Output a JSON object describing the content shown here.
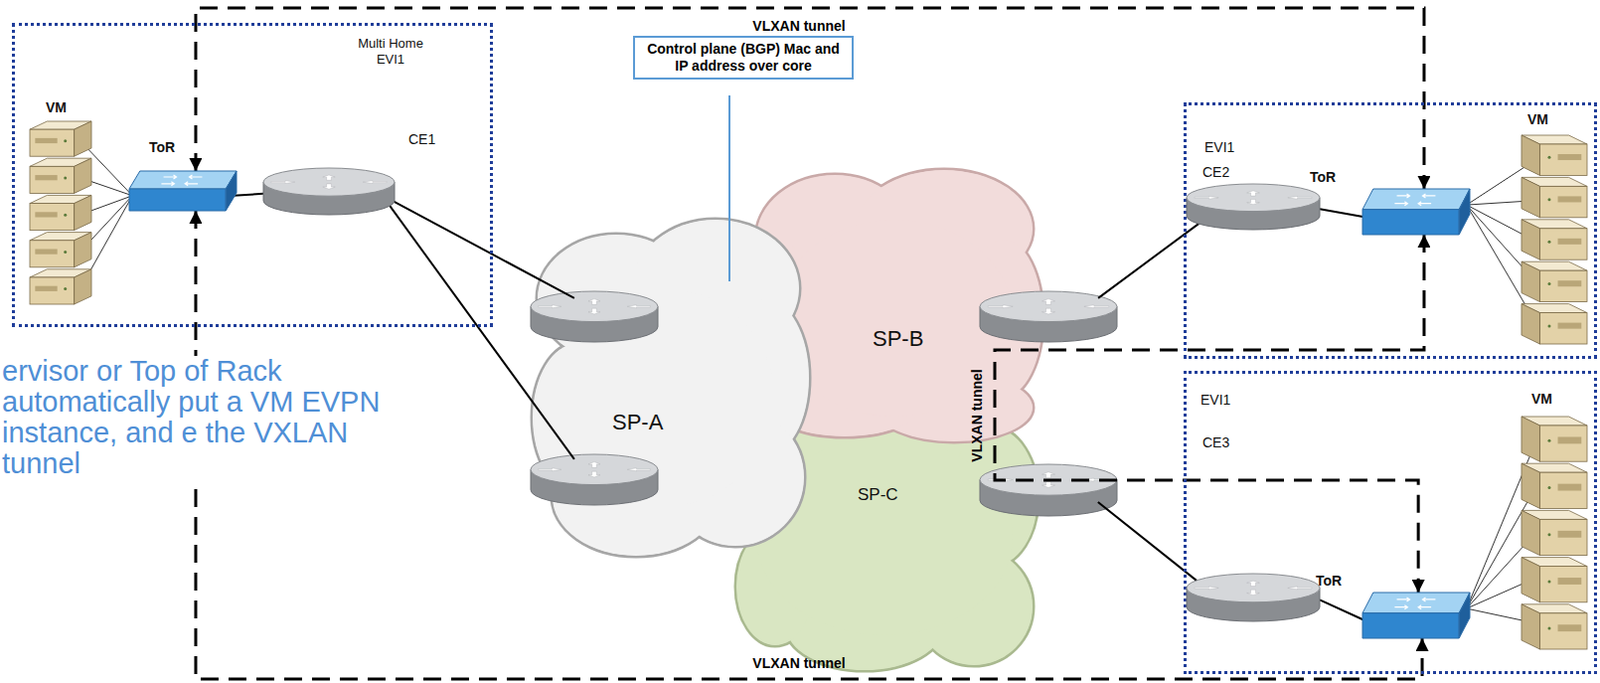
{
  "diagram": {
    "nodes": [
      {
        "text": [
          "Multi Home EVI1"
        ]
      },
      {
        "text": [
          "VM"
        ],
        "in": 0
      },
      {
        "text": [
          "ToR"
        ],
        "in": 0
      },
      {
        "text": [
          "CE1"
        ],
        "in": 0
      },
      {
        "text": [
          "Control plane (BGP) Mac and IP address over core"
        ]
      },
      {
        "text": [
          "SP-A"
        ]
      },
      {
        "text": [
          "SP-B"
        ]
      },
      {
        "text": [
          "SP-C"
        ]
      },
      {
        "text": [
          "EVI1"
        ]
      },
      {
        "text": [
          "CE2"
        ],
        "in": 8
      },
      {
        "text": [
          "ToR"
        ],
        "in": 8
      },
      {
        "text": [
          "VM"
        ],
        "in": 8
      },
      {
        "text": [
          "EVI1"
        ]
      },
      {
        "text": [
          "CE3"
        ],
        "in": 12
      },
      {
        "text": [
          "ToR"
        ],
        "in": 12
      },
      {
        "text": [
          "VM"
        ],
        "in": 12
      }
    ],
    "edges": [
      {
        "from": 1,
        "to": 2,
        "arrow": "none"
      },
      {
        "from": 2,
        "to": 3,
        "arrow": "none"
      },
      {
        "from": 3,
        "to": 5,
        "arrow": "none"
      },
      {
        "from": 3,
        "to": 5,
        "arrow": "none"
      },
      {
        "from": 9,
        "to": 6,
        "arrow": "none"
      },
      {
        "from": 9,
        "to": 10,
        "arrow": "none"
      },
      {
        "from": 10,
        "to": 11,
        "arrow": "none"
      },
      {
        "from": 13,
        "to": 7,
        "arrow": "none"
      },
      {
        "from": 13,
        "to": 14,
        "arrow": "none"
      },
      {
        "from": 14,
        "to": 15,
        "arrow": "none"
      },
      {
        "from": 2,
        "to": 10,
        "label": "VLXAN tunnel",
        "arrow": "both"
      },
      {
        "from": 2,
        "to": 14,
        "label": "VLXAN tunnel",
        "arrow": "both"
      },
      {
        "from": 10,
        "to": 14,
        "label": "VLXAN tunnel",
        "arrow": "both"
      }
    ],
    "labels": [
      "ervisor or Top of Rack automatically put a VM EVPN instance, and e the VXLAN tunnel"
    ]
  }
}
